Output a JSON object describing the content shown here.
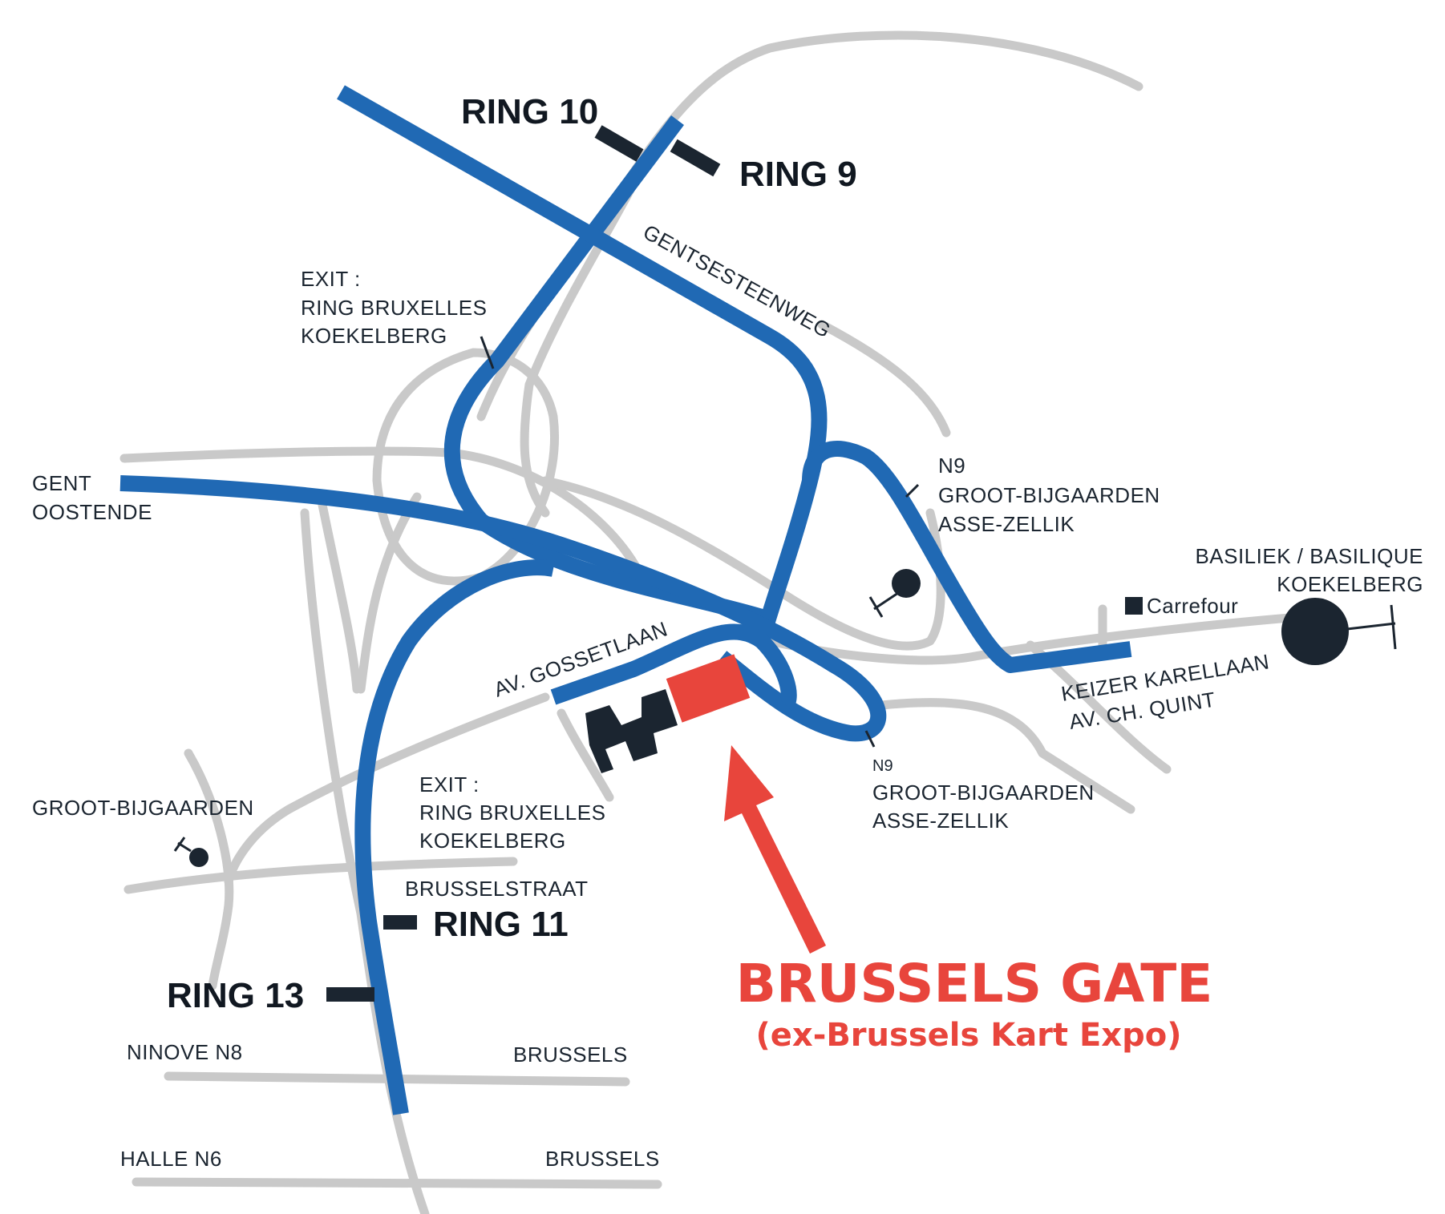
{
  "colors": {
    "motorway": "#2069b4",
    "local_road": "#c9c9c9",
    "marker": "#1b2530",
    "venue": "#e8453c",
    "arrow": "#e8453c"
  },
  "rings": {
    "ring_10": "RING 10",
    "ring_9": "RING 9",
    "ring_11": "RING 11",
    "ring_13": "RING 13"
  },
  "labels": {
    "exit_top": [
      "EXIT :",
      "RING BRUXELLES",
      "KOEKELBERG"
    ],
    "gent": [
      "GENT",
      "OOSTENDE"
    ],
    "gentsesteenweg": "GENTSESTEENWEG",
    "n9_top": [
      "N9",
      "GROOT-BIJGAARDEN",
      "ASSE-ZELLIK"
    ],
    "basiliek": [
      "BASILIEK / BASILIQUE",
      "KOEKELBERG"
    ],
    "carrefour": "Carrefour",
    "keizer": [
      "KEIZER KARELLAAN",
      "AV. CH. QUINT"
    ],
    "gosset": "AV. GOSSETLAAN",
    "n9_bottom": [
      "N9",
      "GROOT-BIJGAARDEN",
      "ASSE-ZELLIK"
    ],
    "exit_bottom": [
      "EXIT :",
      "RING BRUXELLES",
      "KOEKELBERG"
    ],
    "groot_left": "GROOT-BIJGAARDEN",
    "brusselstraat": "BRUSSELSTRAAT",
    "ninove": "NINOVE  N8",
    "brussels_1": "BRUSSELS",
    "halle": "HALLE  N6",
    "brussels_2": "BRUSSELS"
  },
  "venue": {
    "title": "BRUSSELS GATE",
    "subtitle": "(ex-Brussels Kart Expo)"
  },
  "icons": [
    "church-icon",
    "basilica-icon",
    "church-icon",
    "carrefour-icon",
    "arrow-icon"
  ]
}
